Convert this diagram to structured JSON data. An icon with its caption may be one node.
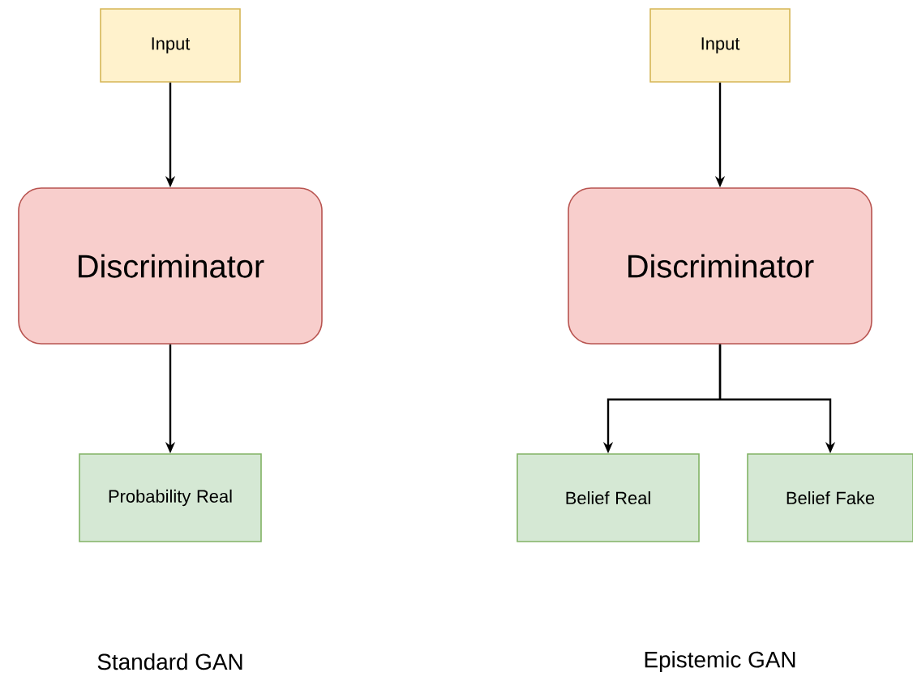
{
  "diagram": {
    "nodes": [
      {
        "text": [
          "Input"
        ]
      },
      {
        "text": [
          "Discriminator"
        ]
      },
      {
        "text": [
          "Probability Real"
        ]
      },
      {
        "text": [
          "Input"
        ]
      },
      {
        "text": [
          "Discriminator"
        ]
      },
      {
        "text": [
          "Belief Real"
        ]
      },
      {
        "text": [
          "Belief Fake"
        ]
      }
    ],
    "edges": [
      {
        "from": 0,
        "to": 1,
        "arrow": "to"
      },
      {
        "from": 1,
        "to": 2,
        "arrow": "to"
      },
      {
        "from": 3,
        "to": 4,
        "arrow": "to"
      },
      {
        "from": 4,
        "to": 5,
        "arrow": "to"
      },
      {
        "from": 4,
        "to": 6,
        "arrow": "to"
      }
    ],
    "labels": [
      "Standard GAN",
      "Epistemic GAN"
    ]
  }
}
